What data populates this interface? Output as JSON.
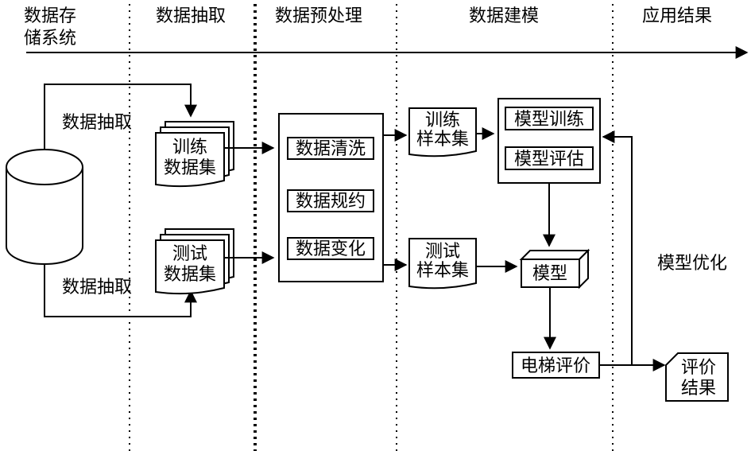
{
  "stages": {
    "storage_line1": "数据存",
    "storage_line2": "储系统",
    "extract": "数据抽取",
    "preprocess": "数据预处理",
    "modeling": "数据建模",
    "result": "应用结果"
  },
  "extract_top": "数据抽取",
  "extract_bottom": "数据抽取",
  "train_set": {
    "line1": "训练",
    "line2": "数据集"
  },
  "test_set": {
    "line1": "测试",
    "line2": "数据集"
  },
  "preprocess_steps": {
    "clean": "数据清洗",
    "reduce": "数据规约",
    "transform": "数据变化"
  },
  "train_sample": {
    "line1": "训练",
    "line2": "样本集"
  },
  "test_sample": {
    "line1": "测试",
    "line2": "样本集"
  },
  "model_steps": {
    "train": "模型训练",
    "evaluate": "模型评估"
  },
  "model": "模型",
  "elevator_eval": "电梯评价",
  "eval_result": {
    "line1": "评价",
    "line2": "结果"
  },
  "optimize": "模型优化"
}
